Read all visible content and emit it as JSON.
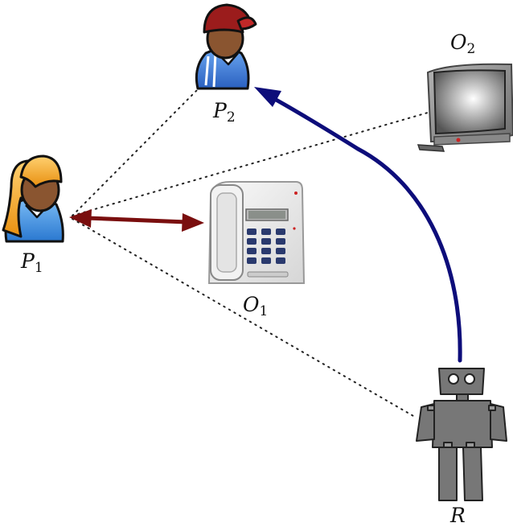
{
  "nodes": {
    "p1": {
      "letter": "P",
      "index": "1"
    },
    "p2": {
      "letter": "P",
      "index": "2"
    },
    "o1": {
      "letter": "O",
      "index": "1"
    },
    "o2": {
      "letter": "O",
      "index": "2"
    },
    "r": {
      "letter": "R"
    }
  },
  "colors": {
    "interaction_arrow": "#7a0e0e",
    "robot_path": "#0d0d7a",
    "dotted_links": "#222222",
    "person1_hair": "#f5a623",
    "person1_shirt": "#3a8de0",
    "person2_cap": "#9b1c1c",
    "person2_shirt": "#3a78d8",
    "robot_body": "#777777"
  }
}
